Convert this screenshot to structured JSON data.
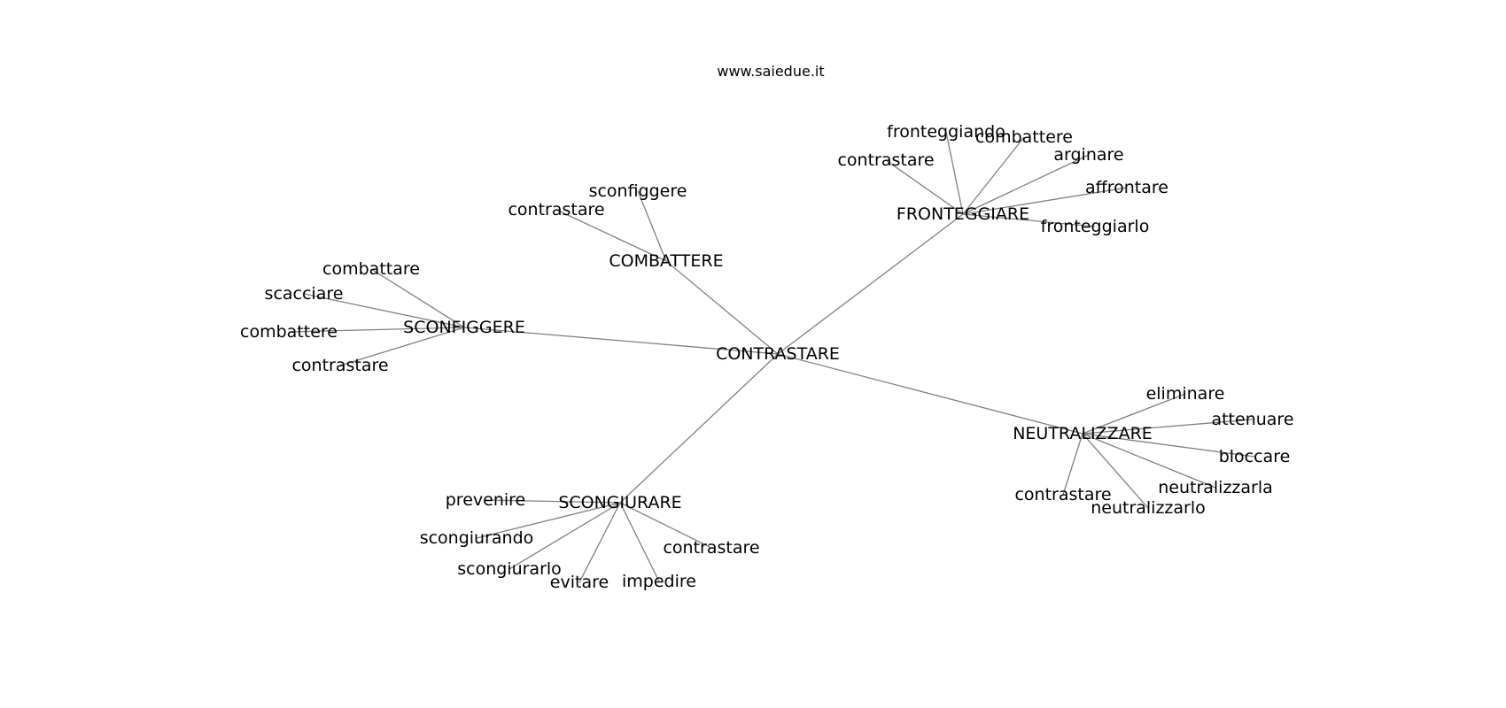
{
  "watermark": "www.saiedue.it",
  "graph": {
    "nodes": [
      {
        "id": "CONTRASTARE",
        "label": "CONTRASTARE"
      },
      {
        "id": "COMBATTERE",
        "label": "COMBATTERE"
      },
      {
        "id": "FRONTEGGIARE",
        "label": "FRONTEGGIARE"
      },
      {
        "id": "SCONFIGGERE",
        "label": "SCONFIGGERE"
      },
      {
        "id": "NEUTRALIZZARE",
        "label": "NEUTRALIZZARE"
      },
      {
        "id": "SCONGIURARE",
        "label": "SCONGIURARE"
      },
      {
        "id": "comb_contrastare",
        "label": "contrastare"
      },
      {
        "id": "comb_sconfiggere",
        "label": "sconfiggere"
      },
      {
        "id": "fron_contrastare",
        "label": "contrastare"
      },
      {
        "id": "fron_fronteggiando",
        "label": "fronteggiando"
      },
      {
        "id": "fron_combattere",
        "label": "combattere"
      },
      {
        "id": "fron_arginare",
        "label": "arginare"
      },
      {
        "id": "fron_affrontare",
        "label": "affrontare"
      },
      {
        "id": "fron_fronteggiarlo",
        "label": "fronteggiarlo"
      },
      {
        "id": "scon_combattare",
        "label": "combattare"
      },
      {
        "id": "scon_scacciare",
        "label": "scacciare"
      },
      {
        "id": "scon_combattere",
        "label": "combattere"
      },
      {
        "id": "scon_contrastare",
        "label": "contrastare"
      },
      {
        "id": "neut_eliminare",
        "label": "eliminare"
      },
      {
        "id": "neut_attenuare",
        "label": "attenuare"
      },
      {
        "id": "neut_bloccare",
        "label": "bloccare"
      },
      {
        "id": "neut_neutralizzarla",
        "label": "neutralizzarla"
      },
      {
        "id": "neut_neutralizzarlo",
        "label": "neutralizzarlo"
      },
      {
        "id": "neut_contrastare",
        "label": "contrastare"
      },
      {
        "id": "scgi_prevenire",
        "label": "prevenire"
      },
      {
        "id": "scgi_scongiurando",
        "label": "scongiurando"
      },
      {
        "id": "scgi_scongiurarlo",
        "label": "scongiurarlo"
      },
      {
        "id": "scgi_evitare",
        "label": "evitare"
      },
      {
        "id": "scgi_impedire",
        "label": "impedire"
      },
      {
        "id": "scgi_contrastare",
        "label": "contrastare"
      }
    ],
    "edges": [
      [
        "CONTRASTARE",
        "COMBATTERE"
      ],
      [
        "CONTRASTARE",
        "FRONTEGGIARE"
      ],
      [
        "CONTRASTARE",
        "SCONFIGGERE"
      ],
      [
        "CONTRASTARE",
        "NEUTRALIZZARE"
      ],
      [
        "CONTRASTARE",
        "SCONGIURARE"
      ],
      [
        "COMBATTERE",
        "comb_contrastare"
      ],
      [
        "COMBATTERE",
        "comb_sconfiggere"
      ],
      [
        "FRONTEGGIARE",
        "fron_contrastare"
      ],
      [
        "FRONTEGGIARE",
        "fron_fronteggiando"
      ],
      [
        "FRONTEGGIARE",
        "fron_combattere"
      ],
      [
        "FRONTEGGIARE",
        "fron_arginare"
      ],
      [
        "FRONTEGGIARE",
        "fron_affrontare"
      ],
      [
        "FRONTEGGIARE",
        "fron_fronteggiarlo"
      ],
      [
        "SCONFIGGERE",
        "scon_combattare"
      ],
      [
        "SCONFIGGERE",
        "scon_scacciare"
      ],
      [
        "SCONFIGGERE",
        "scon_combattere"
      ],
      [
        "SCONFIGGERE",
        "scon_contrastare"
      ],
      [
        "NEUTRALIZZARE",
        "neut_eliminare"
      ],
      [
        "NEUTRALIZZARE",
        "neut_attenuare"
      ],
      [
        "NEUTRALIZZARE",
        "neut_bloccare"
      ],
      [
        "NEUTRALIZZARE",
        "neut_neutralizzarla"
      ],
      [
        "NEUTRALIZZARE",
        "neut_neutralizzarlo"
      ],
      [
        "NEUTRALIZZARE",
        "neut_contrastare"
      ],
      [
        "SCONGIURARE",
        "scgi_prevenire"
      ],
      [
        "SCONGIURARE",
        "scgi_scongiurando"
      ],
      [
        "SCONGIURARE",
        "scgi_scongiurarlo"
      ],
      [
        "SCONGIURARE",
        "scgi_evitare"
      ],
      [
        "SCONGIURARE",
        "scgi_impedire"
      ],
      [
        "SCONGIURARE",
        "scgi_contrastare"
      ]
    ]
  }
}
